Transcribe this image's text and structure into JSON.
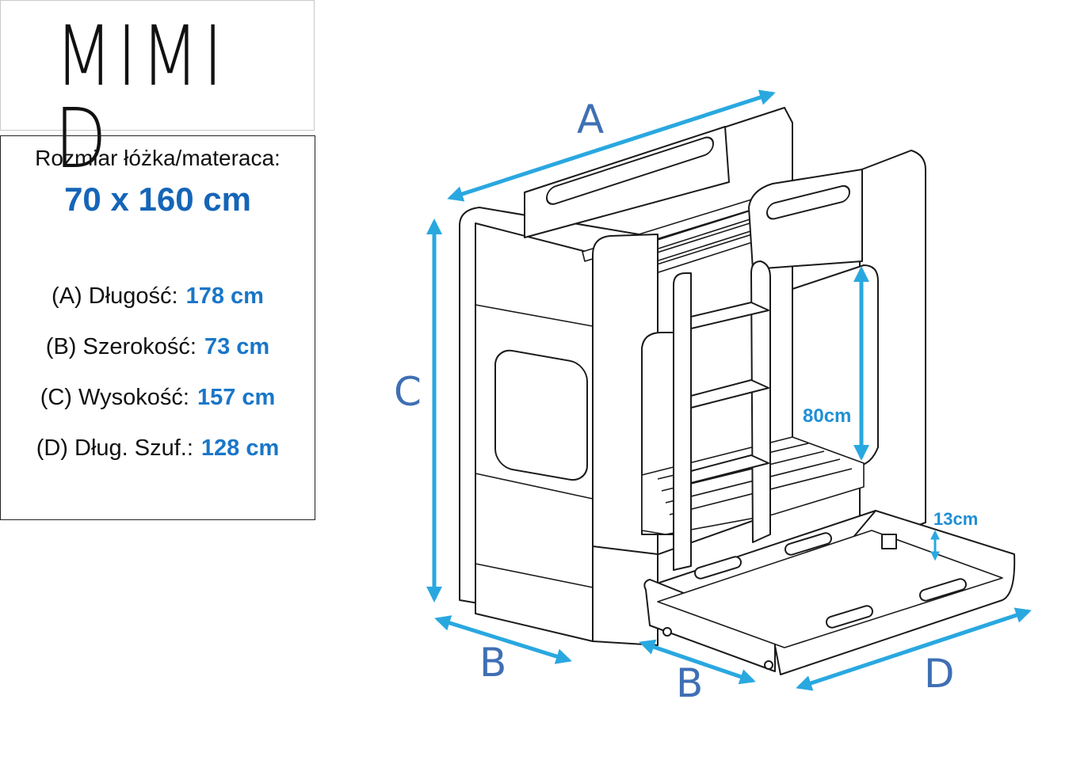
{
  "title": "MIMI D",
  "specs": {
    "heading": "Rozmiar łóżka/materaca:",
    "size": "70 x 160 cm",
    "rows": [
      {
        "label": "(A) Długość:",
        "value": "178 cm"
      },
      {
        "label": "(B) Szerokość:",
        "value": "73 cm"
      },
      {
        "label": "(C) Wysokość:",
        "value": "157 cm"
      },
      {
        "label": "(D) Dług. Szuf.:",
        "value": "128 cm"
      }
    ]
  },
  "diagram": {
    "label_a": "A",
    "label_b": "B",
    "label_b2": "B",
    "label_c": "C",
    "label_d": "D",
    "label_80": "80cm",
    "label_13": "13cm"
  },
  "colors": {
    "arrow": "#29a8e0",
    "dim_letter": "#3f6fb4",
    "value_blue": "#1976c8",
    "line": "#1a1a1a"
  }
}
